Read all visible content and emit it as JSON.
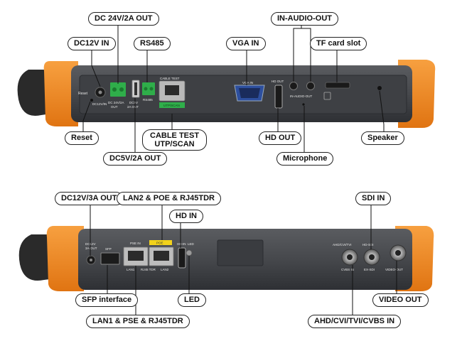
{
  "callouts": {
    "dc24v": "DC 24V/2A OUT",
    "in_audio": "IN-AUDIO-OUT",
    "dc12v_in": "DC12V IN",
    "rs485": "RS485",
    "vga_in": "VGA IN",
    "tf_card": "TF card slot",
    "reset": "Reset",
    "cable_test_line1": "CABLE TEST",
    "cable_test_line2": "UTP/SCAN",
    "hd_out": "HD OUT",
    "speaker": "Speaker",
    "dc5v": "DC5V/2A OUT",
    "microphone": "Microphone",
    "dc12v_3a": "DC12V/3A OUT",
    "lan2": "LAN2 & POE & RJ45TDR",
    "sdi_in": "SDI IN",
    "hd_in": "HD IN",
    "sfp": "SFP interface",
    "led": "LED",
    "video_out": "VIDEO OUT",
    "lan1": "LAN1 & PSE & RJ45TDR",
    "ahd": "AHD/CVI/TVI/CVBS IN"
  },
  "device_labels": {
    "reset": "Reset",
    "dc12v_in": "DC12V/IN",
    "dc24v": "DC 24V/2A",
    "out": "OUT",
    "dc5v": "DC5V",
    "dc5v_2": "2A OUT",
    "rs485": "RS485",
    "cable_test": "CABLE TEST",
    "utp_scan": "UTP/SCAN",
    "vga_in": "VGA IN",
    "hd_out": "HD OUT",
    "in_audio_out": "IN-AUDIO-OUT",
    "dc12v_out_1": "DC12V",
    "dc12v_out_2": "3A-OUT",
    "sfp": "SFP",
    "pse_in": "PSE IN",
    "poe": "POE",
    "lan1": "LAN1",
    "rj45tdr": "RJ45 TDR",
    "lan2": "LAN2",
    "hd_in": "HD-IN",
    "led": "LED",
    "ahd_cvi_tvi": "AHD/CVI/TVI",
    "hd_sdi": "HD-SDI",
    "cvbs_in": "CVBS   IN",
    "ex_sdi": "EX-SDI",
    "video_out": "VIDEO-OUT"
  },
  "colors": {
    "orange": "#f28a1f",
    "body": "#4a4c50",
    "green": "#2fae4a",
    "yellow": "#f2d21b",
    "vga_blue": "#2d4f9e"
  }
}
